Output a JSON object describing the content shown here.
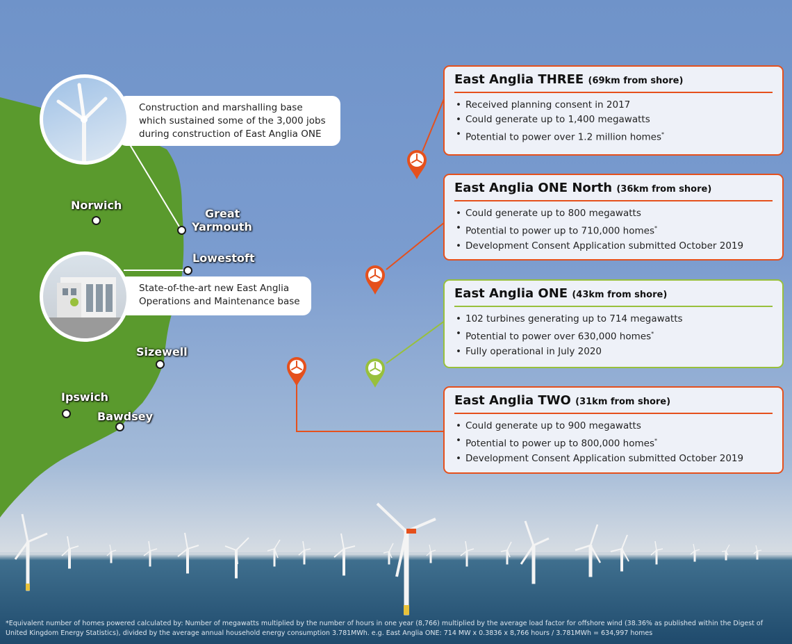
{
  "colors": {
    "land": "#5a9a2d",
    "operational": "#98c03c",
    "planned": "#e5501c",
    "sea_sky": "#7b9ccf"
  },
  "towns": {
    "norwich": "Norwich",
    "great_yarmouth_l1": "Great",
    "great_yarmouth_l2": "Yarmouth",
    "lowestoft": "Lowestoft",
    "sizewell": "Sizewell",
    "ipswich": "Ipswich",
    "bawdsey": "Bawdsey"
  },
  "callouts": {
    "yarmouth_base": {
      "image": "wind-turbine-photo",
      "lines": [
        "Construction and marshalling base",
        "which sustained some of the 3,000 jobs",
        "during construction of East Anglia ONE"
      ]
    },
    "lowestoft_base": {
      "image": "operations-building-photo",
      "lines": [
        "State-of-the-art new East Anglia",
        "Operations and Maintenance base"
      ]
    }
  },
  "projects": [
    {
      "name": "East Anglia THREE",
      "distance": "(69km from shore)",
      "status_color": "#e5501c",
      "bullets": [
        {
          "text": "Received planning consent in 2017",
          "note": ""
        },
        {
          "text": "Could generate up to 1,400 megawatts",
          "note": ""
        },
        {
          "text": "Potential to power over 1.2 million homes",
          "note": "*"
        }
      ]
    },
    {
      "name": "East Anglia ONE North",
      "distance": "(36km from shore)",
      "status_color": "#e5501c",
      "bullets": [
        {
          "text": "Could generate up to 800 megawatts",
          "note": ""
        },
        {
          "text": "Potential to power up to 710,000 homes",
          "note": "*"
        },
        {
          "text": "Development Consent Application submitted October 2019",
          "note": ""
        }
      ]
    },
    {
      "name": "East Anglia ONE",
      "distance": "(43km from shore)",
      "status_color": "#98c03c",
      "bullets": [
        {
          "text": "102 turbines generating up to 714 megawatts",
          "note": ""
        },
        {
          "text": "Potential to power over 630,000 homes",
          "note": "*"
        },
        {
          "text": "Fully operational in  July 2020",
          "note": ""
        }
      ]
    },
    {
      "name": "East Anglia TWO",
      "distance": "(31km from shore)",
      "status_color": "#e5501c",
      "bullets": [
        {
          "text": "Could generate up to 900 megawatts",
          "note": ""
        },
        {
          "text": "Potential to power up to 800,000 homes",
          "note": "*"
        },
        {
          "text": "Development Consent Application submitted October 2019",
          "note": ""
        }
      ]
    }
  ],
  "map_pins": [
    {
      "project": "East Anglia THREE",
      "icon": "wind-turbine-icon",
      "color": "#e5501c"
    },
    {
      "project": "East Anglia ONE North",
      "icon": "wind-turbine-icon",
      "color": "#e5501c"
    },
    {
      "project": "East Anglia ONE",
      "icon": "wind-turbine-icon",
      "color": "#98c03c"
    },
    {
      "project": "East Anglia TWO",
      "icon": "wind-turbine-icon",
      "color": "#e5501c"
    }
  ],
  "footnote": "*Equivalent number of homes powered calculated by: Number of megawatts multiplied by the number of hours in one year (8,766) multiplied by the average load factor for offshore wind (38.36% as published within the Digest of United Kingdom Energy Statistics), divided by the average annual household energy consumption 3.781MWh. e.g. East Anglia ONE: 714 MW x 0.3836 x 8,766 hours / 3.781MWh = 634,997 homes"
}
